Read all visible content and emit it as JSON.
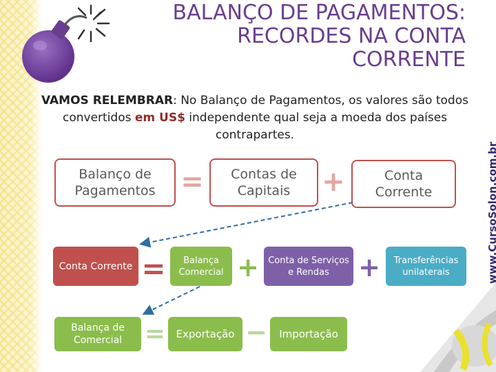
{
  "slide": {
    "title_line1": "BALANÇO DE PAGAMENTOS:",
    "title_line2": "RECORDES NA CONTA",
    "title_line3": "CORRENTE",
    "intro_lead": "VAMOS RELEMBRAR",
    "intro_part1": ": No Balanço de Pagamentos, os valores são todos convertidos ",
    "intro_emphasis": "em US$",
    "intro_part2": " independente qual seja a moeda dos países contrapartes.",
    "watermark": "www.CursoSolon.com.br"
  },
  "row1": {
    "box1_l1": "Balanço de",
    "box1_l2": "Pagamentos",
    "op1": "=",
    "box2_l1": "Contas de",
    "box2_l2": "Capitais",
    "op2": "+",
    "box3_l1": "Conta",
    "box3_l2": "Corrente"
  },
  "row2": {
    "box1": "Conta Corrente",
    "op1": "=",
    "box2_l1": "Balança",
    "box2_l2": "Comercial",
    "op2": "+",
    "box3_l1": "Conta de Serviços",
    "box3_l2": "e Rendas",
    "op3": "+",
    "box4_l1": "Transferências",
    "box4_l2": "unilaterais"
  },
  "row3": {
    "box1_l1": "Balança de",
    "box1_l2": "Comercial",
    "op1": "=",
    "box2": "Exportação",
    "op2": "−",
    "box3": "Importação"
  },
  "colors": {
    "title": "#6a3e8e",
    "row1_border": "#c0504d",
    "conta_corrente": "#c0504d",
    "green": "#8bbd4c",
    "purple": "#7e60a8",
    "blue": "#4aacc5",
    "arrow": "#2e6da4"
  },
  "icons": [
    "bomb-icon",
    "conic-decoration-icon"
  ]
}
